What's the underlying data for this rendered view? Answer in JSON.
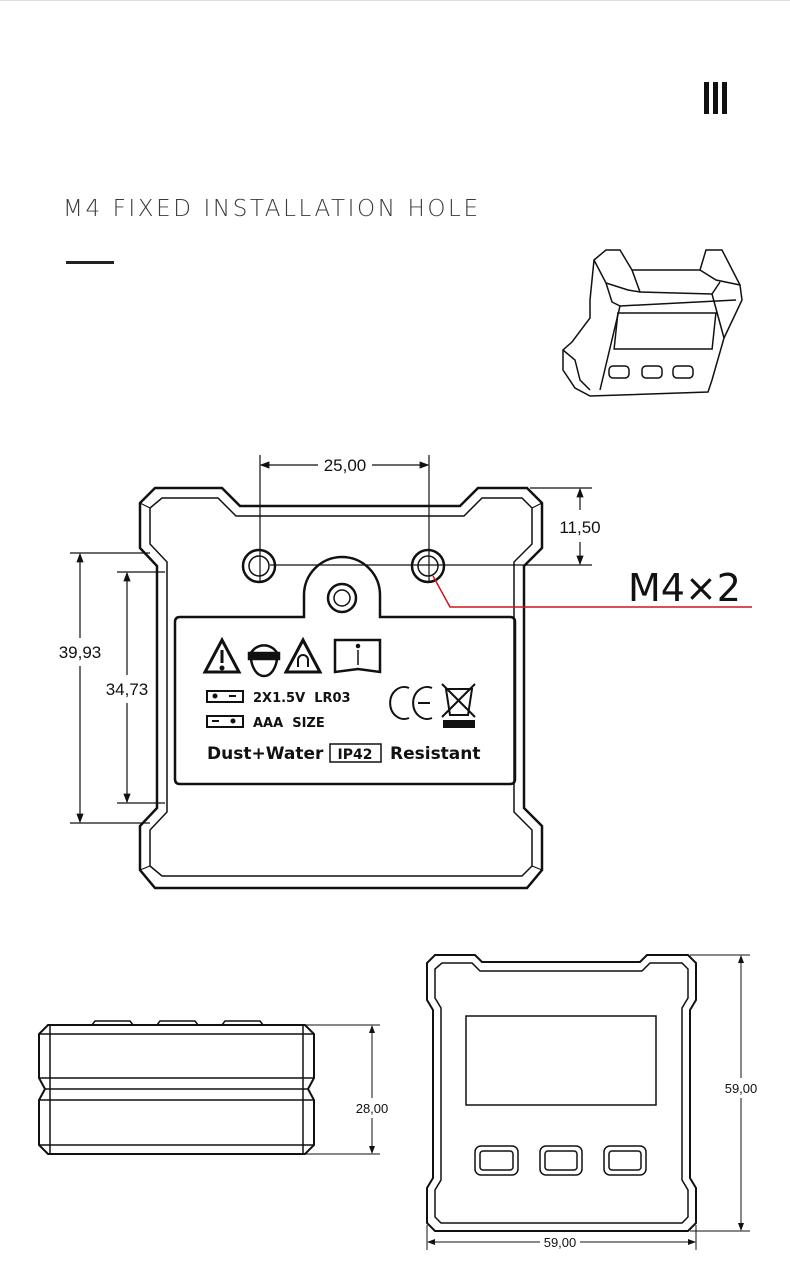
{
  "header": {
    "menu_icon": "menu-bars-icon",
    "title": "M4 FIXED INSTALLATION HOLE"
  },
  "back_view": {
    "dim_hole_spacing": "25,00",
    "dim_hole_offset": "11,50",
    "dim_outer_height": "39,93",
    "dim_inner_height": "34,73",
    "callout": "M4×2",
    "callout_color": "#d0141c",
    "label": {
      "icons": [
        "warning-icon",
        "safety-goggles-icon",
        "magnet-warning-icon",
        "manual-info-icon",
        "ce-mark-icon",
        "weee-bin-icon"
      ],
      "battery_line1": "2X1.5V  LR03",
      "battery_line2": "AAA  SIZE",
      "rating_prefix": "Dust+Water",
      "rating_badge": "IP42",
      "rating_suffix": "Resistant",
      "ce_mark": "CE"
    }
  },
  "side_view": {
    "dim_height": "28,00"
  },
  "front_view": {
    "dim_height": "59,00",
    "dim_width": "59,00"
  }
}
